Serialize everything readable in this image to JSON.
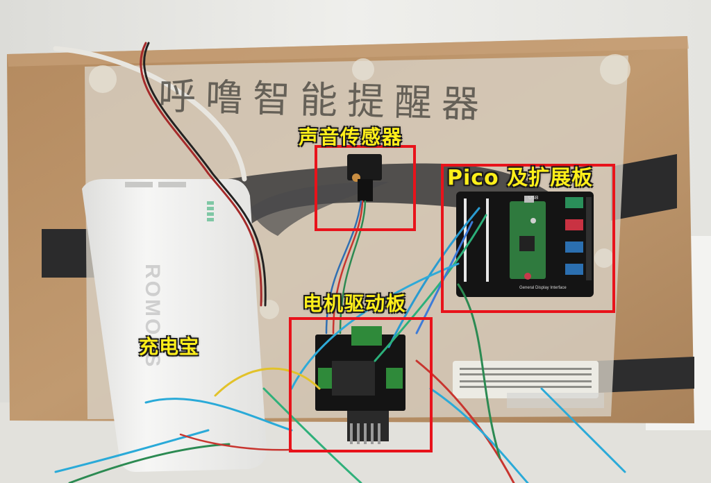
{
  "labels": {
    "sound_sensor": "声音传感器",
    "pico_board": "Pico 及扩展板",
    "motor_driver": "电机驱动板",
    "power_bank": "充电宝"
  },
  "panel_title": "呼噜智能提醒器",
  "power_bank_brand": "ROMOSS",
  "board_caption": "General Display Interface",
  "board_usb": "USB",
  "colors": {
    "highlight_box": "#e8131b",
    "label_text": "#ffef1a",
    "cardboard": "#b99066",
    "acrylic": "#d9d2c6",
    "power_bank": "#f1f1f0",
    "board_pcb": "#141414",
    "pico_green": "#2f7a3e"
  }
}
